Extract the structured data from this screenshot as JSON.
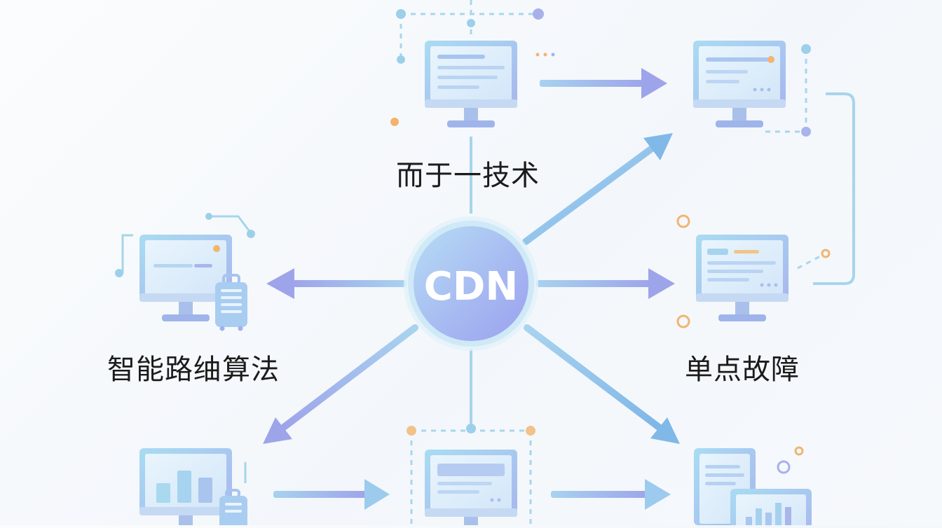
{
  "hub": {
    "label": "CDN"
  },
  "labels": {
    "top": "而于一技术",
    "left": "智能路䌷算法",
    "right": "单点故障"
  },
  "colors": {
    "hub_fill": "#a9c3f3",
    "hub_ring": "#cfe6f5",
    "arrow_blue": "#87bde8",
    "arrow_purple": "#9ea6ea",
    "monitor_frame": "#b5cff0",
    "monitor_screen": "#dcebf9",
    "accent_orange": "#f2b26b",
    "connector_blue": "#a6d5ec"
  },
  "nodes": [
    {
      "id": "top-center",
      "icon": "monitor-text-icon"
    },
    {
      "id": "top-right",
      "icon": "monitor-progress-icon"
    },
    {
      "id": "middle-left",
      "icon": "monitor-suitcase-icon"
    },
    {
      "id": "middle-right",
      "icon": "monitor-list-icon"
    },
    {
      "id": "bottom-left",
      "icon": "monitor-bar-chart-icon"
    },
    {
      "id": "bottom-center",
      "icon": "monitor-window-icon"
    },
    {
      "id": "bottom-right",
      "icon": "documents-chart-icon"
    }
  ]
}
